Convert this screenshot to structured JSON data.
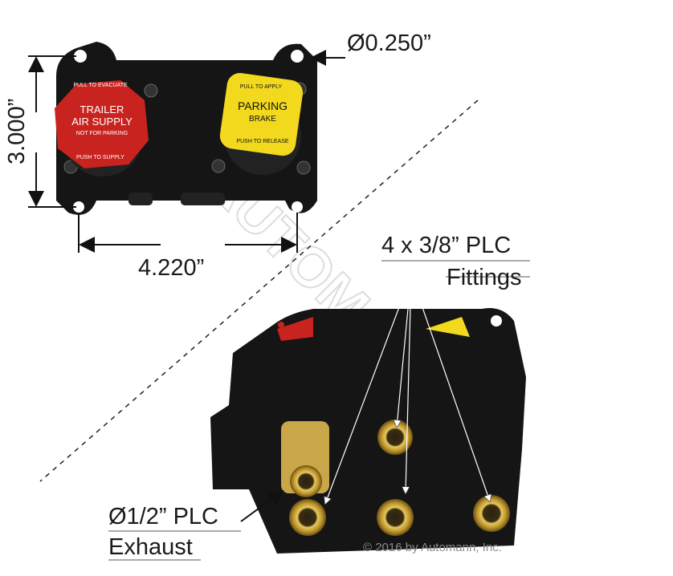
{
  "dimensions": {
    "height": "3.000”",
    "width": "4.220”",
    "hole_diameter": "Ø0.250”"
  },
  "callouts": {
    "fittings_line1": "4 x 3/8” PLC",
    "fittings_line2": "Fittings",
    "exhaust_line1": "Ø1/2” PLC",
    "exhaust_line2": "Exhaust"
  },
  "red_knob": {
    "top": "PULL TO EVACUATE",
    "title1": "TRAILER",
    "title2": "AIR SUPPLY",
    "sub": "NOT FOR PARKING",
    "bottom": "PUSH TO SUPPLY",
    "color": "#c8231f"
  },
  "yellow_knob": {
    "top": "PULL TO APPLY",
    "title1": "PARKING",
    "title2": "BRAKE",
    "bottom": "PUSH TO RELEASE",
    "color": "#f2d91e"
  },
  "watermark": "AUTOMANN",
  "copyright": "© 2016 by Automann, Inc."
}
